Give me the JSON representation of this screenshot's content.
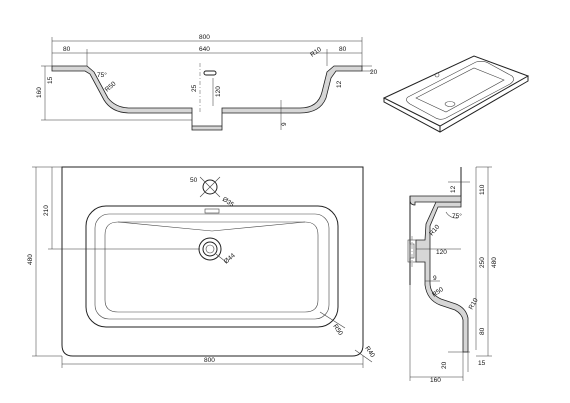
{
  "section_top": {
    "overall_width": "800",
    "rim_left": "80",
    "basin_width": "640",
    "rim_right": "80",
    "corner_radius_rim": "R10",
    "rim_thickness": "20",
    "left_edge_height": "15",
    "overall_height": "160",
    "bowl_radius": "R50",
    "wall_angle": "75°",
    "tap_drop_25": "25",
    "tap_height_120": "120",
    "right_inner_12": "12",
    "drain_offset_9": "9"
  },
  "plan_view": {
    "overall_width": "800",
    "overall_depth": "480",
    "basin_offset": "210",
    "tap_hole_offset": "50",
    "tap_hole_dia": "Ø35",
    "drain_dia": "Ø44",
    "basin_corner_radius": "R50",
    "outer_corner_radius": "R40"
  },
  "side_section": {
    "top_offset": "12",
    "depth_110": "110",
    "wall_angle": "75°",
    "radius_r10": "R10",
    "drain_dist": "120",
    "bowl_depth": "250",
    "overall_depth": "480",
    "wall_9": "9",
    "bowl_radius_r50": "R50",
    "foot_radius_r10": "R10",
    "foot_80": "80",
    "base_20": "20",
    "base_15": "15",
    "overall_height": "160"
  }
}
